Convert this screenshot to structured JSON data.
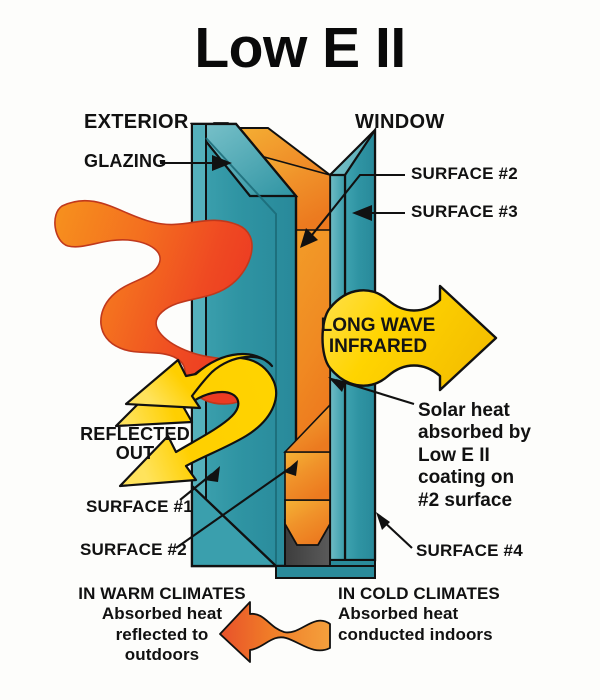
{
  "title": "Low E II",
  "background_color": "#fdfdfb",
  "colors": {
    "glass_teal": "#2f94a3",
    "glass_teal_light": "#5fb3bd",
    "glass_teal_dark": "#1f7b8a",
    "coating_orange": "#f07a1e",
    "coating_gold": "#f5a623",
    "solar_orange": "#f58025",
    "solar_red": "#ef3e23",
    "arrow_yellow": "#ffd400",
    "spacer_gray": "#4d4d4d",
    "outline": "#111111",
    "text": "#111111"
  },
  "labels": {
    "exterior": "EXTERIOR",
    "glazing": "GLAZING",
    "window": "WINDOW",
    "surface2_top": "SURFACE #2",
    "surface3": "SURFACE #3",
    "reflected_out": "REFLECTED\nOUT",
    "surface1": "SURFACE #1",
    "surface2_bottom": "SURFACE #2",
    "surface4": "SURFACE #4",
    "solar_absorbed": "Solar heat\nabsorbed by\nLow E II\ncoating on\n#2 surface",
    "infrared_line1": "LONG WAVE",
    "infrared_line2": "INFRARED"
  },
  "bottom_notes": {
    "warm": "IN WARM CLIMATES\nAbsorbed heat\nreflected to\noutdoors",
    "cold": "IN COLD CLIMATES\nAbsorbed heat\nconducted indoors"
  },
  "diagram_elements": [
    {
      "name": "solar-radiation-ribbon",
      "description": "wavy orange-to-red ribbon entering from exterior left"
    },
    {
      "name": "reflected-arrow",
      "description": "yellow double-headed curved arrow pointing left/outdoors"
    },
    {
      "name": "infrared-arrow",
      "description": "yellow wavy arrow pointing right into interior"
    },
    {
      "name": "warm-climate-arrow",
      "description": "wavy orange arrow pointing left"
    },
    {
      "name": "glass-pane-outer",
      "description": "exterior teal glazing pane"
    },
    {
      "name": "glass-pane-inner",
      "description": "interior teal glazing pane"
    },
    {
      "name": "low-e-coating",
      "description": "orange Low E II coating on surface #2"
    },
    {
      "name": "spacer-bar",
      "description": "dark gray spacer at bottom of insulated glass unit"
    }
  ]
}
